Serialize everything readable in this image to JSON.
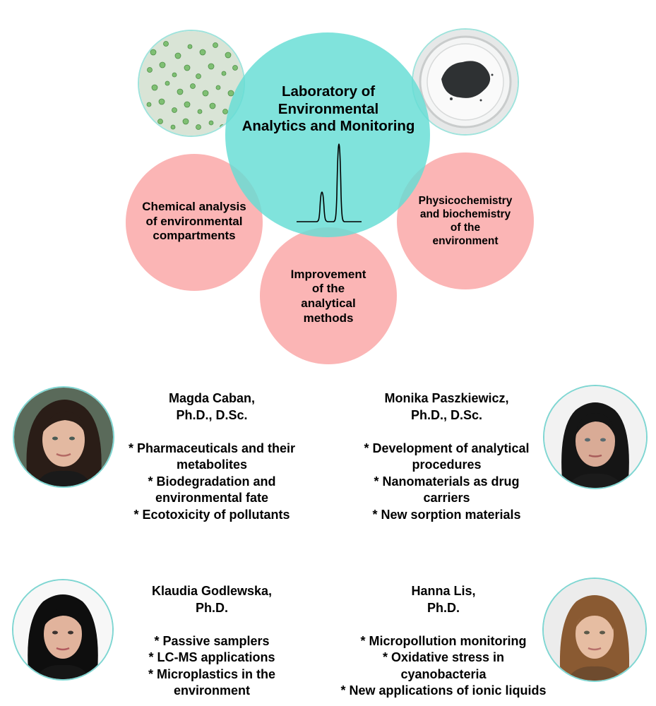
{
  "lab": {
    "title": "Laboratory of\nEnvironmental\nAnalytics and Monitoring"
  },
  "areas": [
    {
      "label": "Chemical analysis\nof environmental\ncompartments"
    },
    {
      "label": "Improvement\nof the\nanalytical\nmethods"
    },
    {
      "label": "Physicochemistry\nand biochemistry\nof the\nenvironment"
    }
  ],
  "people": [
    {
      "name": "Magda Caban,",
      "title": "Ph.D., D.Sc.",
      "interests": [
        "* Pharmaceuticals and their\nmetabolites",
        "* Biodegradation and\nenvironmental fate",
        "* Ecotoxicity of pollutants"
      ]
    },
    {
      "name": "Monika Paszkiewicz,",
      "title": "Ph.D., D.Sc.",
      "interests": [
        "* Development of analytical\nprocedures",
        "* Nanomaterials as drug\ncarriers",
        "* New sorption materials"
      ]
    },
    {
      "name": "Klaudia Godlewska,",
      "title": "Ph.D.",
      "interests": [
        "* Passive samplers",
        "* LC-MS applications",
        "* Microplastics in the\nenvironment"
      ]
    },
    {
      "name": "Hanna Lis,",
      "title": "Ph.D.",
      "interests": [
        "* Micropollution monitoring",
        "* Oxidative stress in\ncyanobacteria",
        "* New applications of ionic liquids"
      ]
    }
  ],
  "colors": {
    "teal": "#64DDD4",
    "pink": "#FAA0A0",
    "photo_border": "#7FD6D2"
  },
  "icons": {
    "microscope_photo": "microalgae-micrograph-icon",
    "sample_photo": "black-powder-in-dish-icon",
    "chromatogram": "chromatogram-peaks-icon"
  }
}
